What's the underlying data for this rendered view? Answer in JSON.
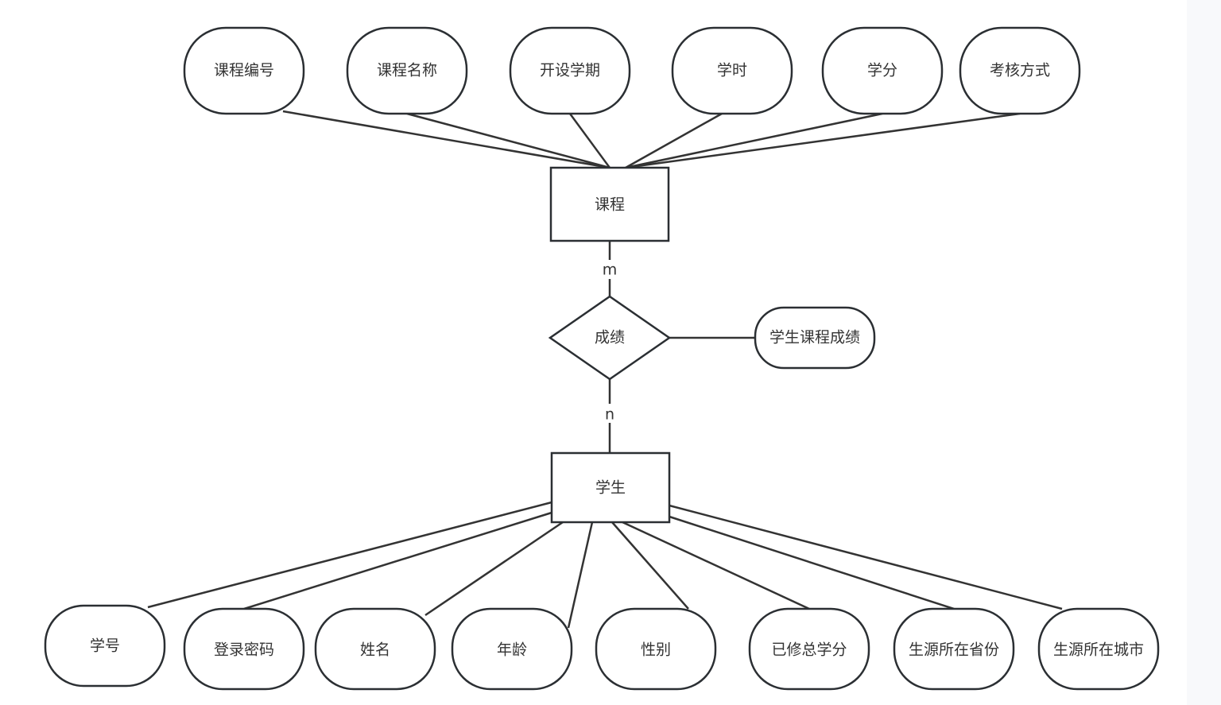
{
  "entities": {
    "course": {
      "label": "课程",
      "attributes": [
        "课程编号",
        "课程名称",
        "开设学期",
        "学时",
        "学分",
        "考核方式"
      ]
    },
    "student": {
      "label": "学生",
      "attributes": [
        "学号",
        "登录密码",
        "姓名",
        "年龄",
        "性别",
        "已修总学分",
        "生源所在省份",
        "生源所在城市"
      ]
    }
  },
  "relationship": {
    "label": "成绩",
    "attribute": "学生课程成绩",
    "course_cardinality": "m",
    "student_cardinality": "n"
  },
  "colors": {
    "stroke": "#2b2f33",
    "text": "#333333",
    "background": "#ffffff"
  }
}
